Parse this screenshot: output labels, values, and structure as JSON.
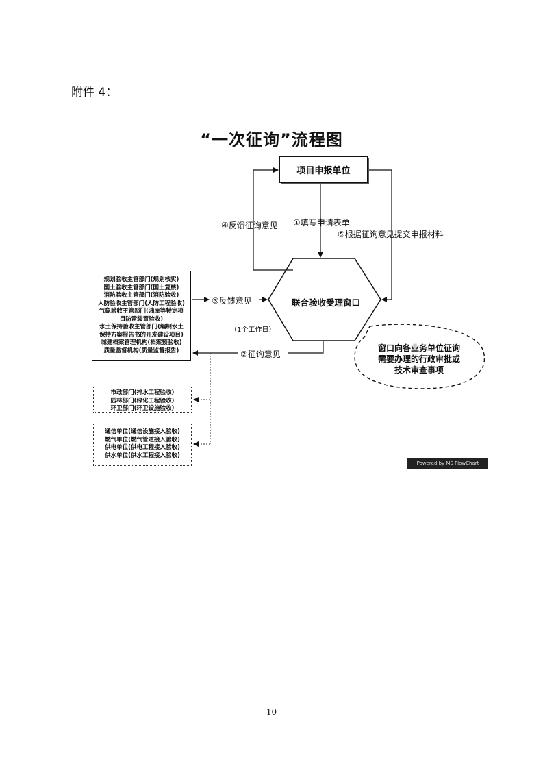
{
  "page": {
    "attachment_label": "附件 4：",
    "page_number": "10"
  },
  "diagram": {
    "title": "“一次征询”流程图",
    "applicant": "项目申报单位",
    "window": "联合验收受理窗口",
    "workday_note": "（1个工作日）",
    "steps": {
      "fill_form": "①填写申请表单",
      "consult": "②征询意见",
      "feedback": "③反馈意见",
      "feedback_to_applicant": "④反馈征询意见",
      "submit_materials": "⑤根据征询意见提交申报材料"
    },
    "departments": [
      "规划验收主管部门(规划核实)",
      "国土验收主管部门(国土复核)",
      "消防验收主管部门(消防验收)",
      "人防验收主管部门(人防工程验收)",
      "气象验收主管部门(油库等特定项",
      "目防雷装置验收)",
      "水土保持验收主管部门(编制水土",
      "保持方案报告书的开发建设项目)",
      "城建档案管理机构(档案预验收)",
      "质量监督机构(质量监督报告)"
    ],
    "municipal_units": [
      "市政部门(排水工程验收)",
      "园林部门(绿化工程验收)",
      "环卫部门(环卫设施验收)"
    ],
    "utility_units": [
      "通信单位(通信设施接入验收)",
      "燃气单位(燃气管道接入验收)",
      "供电单位(供电工程接入验收)",
      "供水单位(供水工程接入验收)"
    ],
    "note": [
      "窗口向各业务单位征询",
      "需要办理的行政审批或",
      "技术审查事项"
    ],
    "badge": "Powered by MS FlowChart"
  }
}
